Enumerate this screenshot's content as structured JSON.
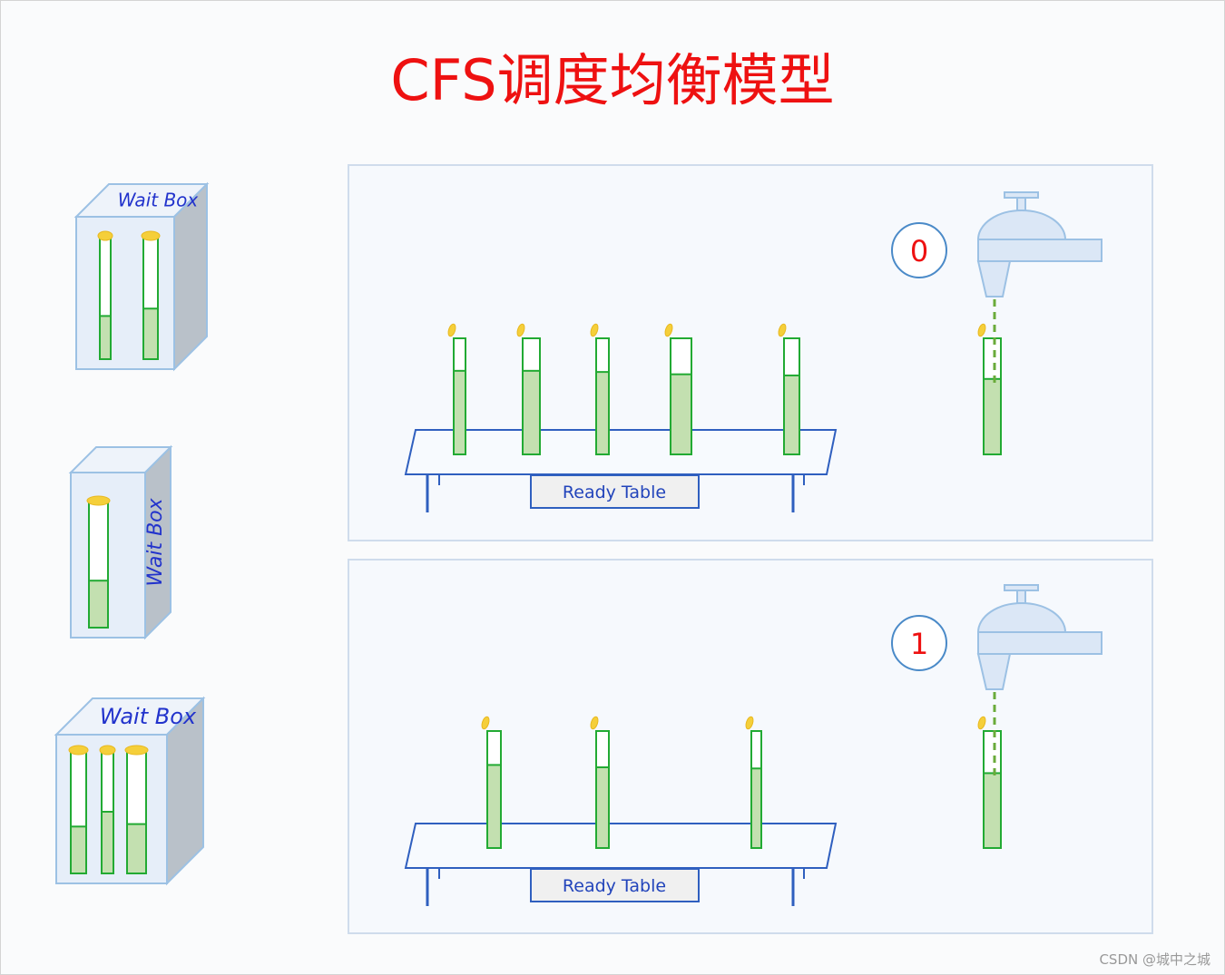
{
  "title": "CFS调度均衡模型",
  "watermark": "CSDN @城中之城",
  "wait_boxes": [
    {
      "label": "Wait Box",
      "candles": [
        0.35,
        0.41
      ]
    },
    {
      "label": "Wait Box",
      "candles": [
        0.37
      ]
    },
    {
      "label": "Wait Box",
      "candles": [
        0.38,
        0.5,
        0.4
      ]
    }
  ],
  "cpus": [
    {
      "id": "0",
      "table_label": "Ready Table",
      "candles": [
        0.72,
        0.72,
        0.71,
        0.69,
        0.68
      ],
      "running_candle": 0.65
    },
    {
      "id": "1",
      "table_label": "Ready Table",
      "candles": [
        0.71,
        0.69,
        0.68
      ],
      "running_candle": 0.64
    }
  ],
  "colors": {
    "title": "#ee1111",
    "candle_fill": "#c3e0b0",
    "candle_stroke": "#22aa33",
    "flame": "#f5cf3a",
    "panel_bg": "#f6f9fd",
    "panel_border": "#cfdcec",
    "box_front": "#e6eef9",
    "box_side": "#b9c1c9",
    "table_stroke": "#2f5fbf",
    "tap_fill": "#dbe7f6",
    "tap_stroke": "#9cc1e4"
  }
}
